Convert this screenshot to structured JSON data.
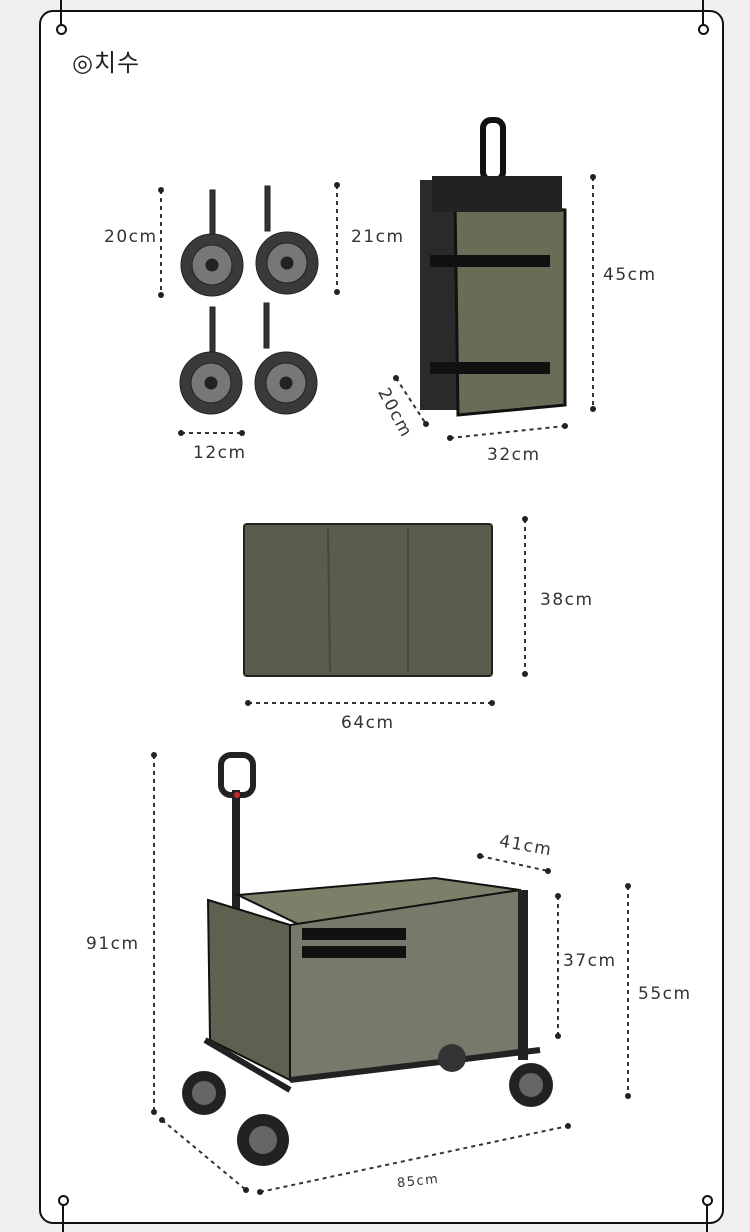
{
  "title": "◎치수",
  "colors": {
    "olive": "#6b6c57",
    "olive_dark": "#55574a",
    "frame": "#1e1e1e",
    "accent": "#c0272d"
  },
  "wheels": {
    "height_left": "20cm",
    "height_right": "21cm",
    "width": "12cm"
  },
  "folded": {
    "height": "45cm",
    "depth": "20cm",
    "width": "32cm"
  },
  "mat": {
    "height": "38cm",
    "width": "64cm"
  },
  "wagon": {
    "total_height": "91cm",
    "depth": "41cm",
    "basket_height": "37cm",
    "bed_height": "55cm",
    "length": "85cm"
  }
}
